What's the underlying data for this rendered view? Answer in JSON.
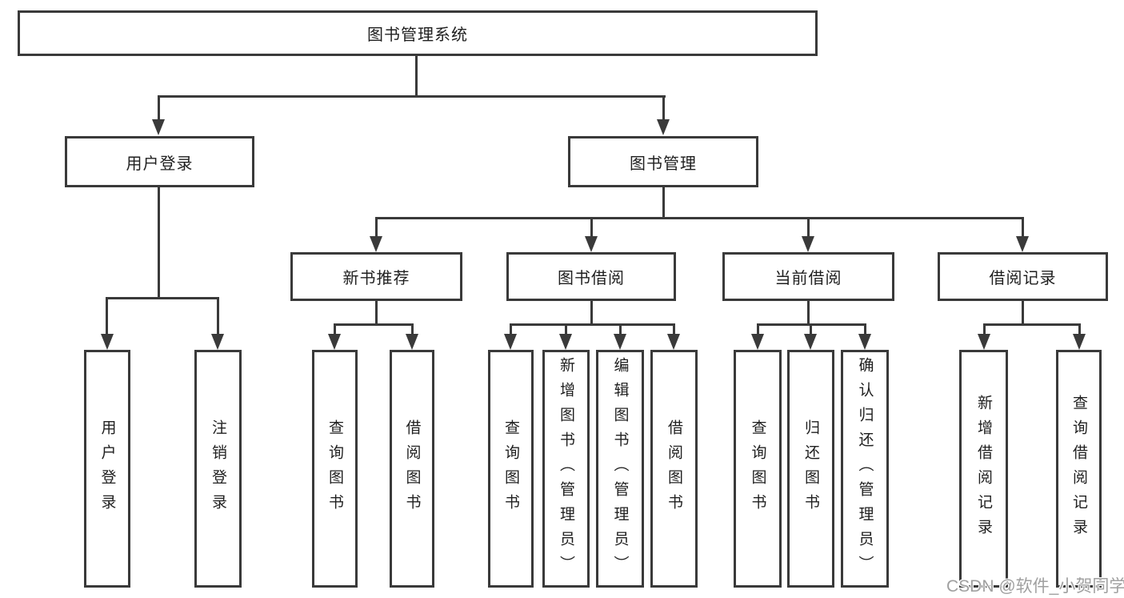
{
  "diagram": {
    "root": {
      "label": "图书管理系统"
    },
    "level2": [
      {
        "label": "用户登录"
      },
      {
        "label": "图书管理"
      }
    ],
    "level3": [
      {
        "label": "新书推荐"
      },
      {
        "label": "图书借阅"
      },
      {
        "label": "当前借阅"
      },
      {
        "label": "借阅记录"
      }
    ],
    "leaves": [
      {
        "parent": "用户登录",
        "label": "用户登录"
      },
      {
        "parent": "用户登录",
        "label": "注销登录"
      },
      {
        "parent": "新书推荐",
        "label": "查询图书"
      },
      {
        "parent": "新书推荐",
        "label": "借阅图书"
      },
      {
        "parent": "图书借阅",
        "label": "查询图书"
      },
      {
        "parent": "图书借阅",
        "label": "新增图书（管理员）"
      },
      {
        "parent": "图书借阅",
        "label": "编辑图书（管理员）"
      },
      {
        "parent": "图书借阅",
        "label": "借阅图书"
      },
      {
        "parent": "当前借阅",
        "label": "查询图书"
      },
      {
        "parent": "当前借阅",
        "label": "归还图书"
      },
      {
        "parent": "当前借阅",
        "label": "确认归还（管理员）"
      },
      {
        "parent": "借阅记录",
        "label": "新增借阅记录"
      },
      {
        "parent": "借阅记录",
        "label": "查询借阅记录"
      }
    ]
  },
  "watermark": {
    "text": "CSDN @软件_小贺同学"
  },
  "colors": {
    "line": "#3a3a3a",
    "text": "#1f1f1f",
    "box_fill": "#ffffff",
    "background": "#ffffff",
    "watermark": "#a0a0a0"
  }
}
